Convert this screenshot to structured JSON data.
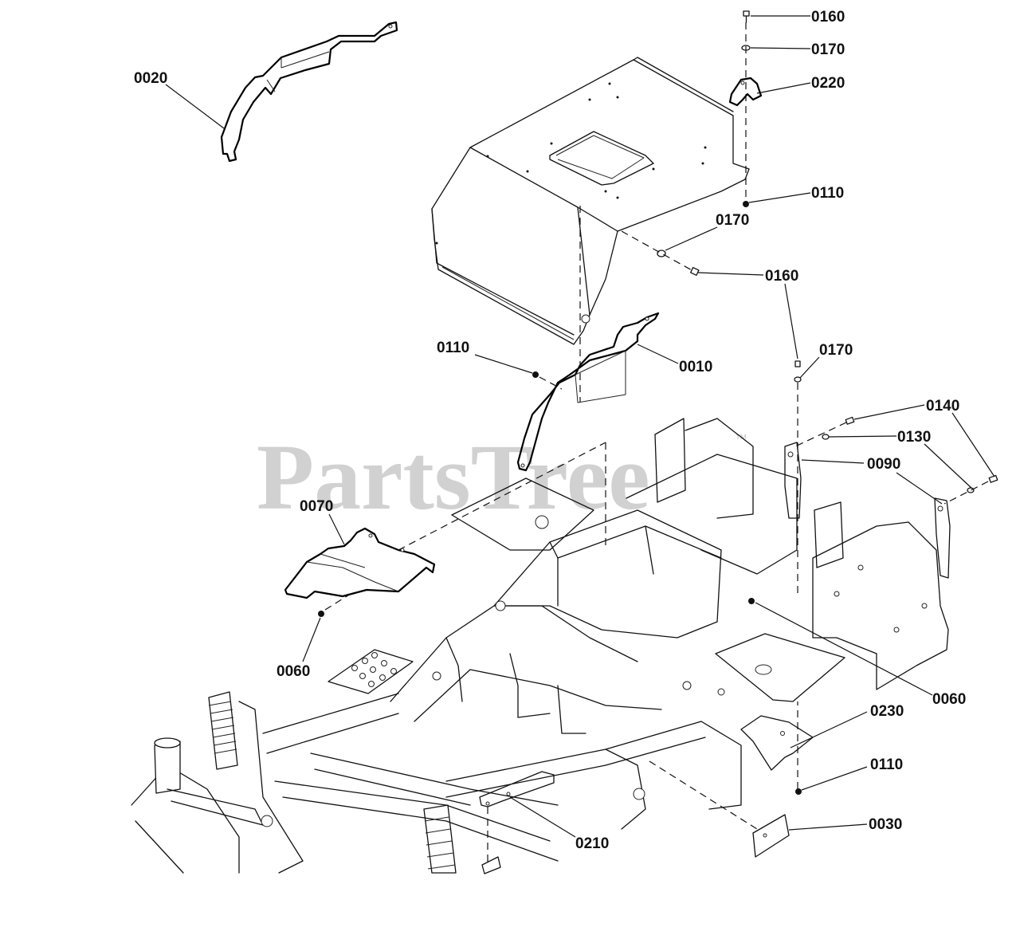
{
  "watermark": {
    "brand": "PartsTree",
    "trademark": "™"
  },
  "callouts": [
    {
      "id": "c-0020",
      "text": "0020"
    },
    {
      "id": "c-0160a",
      "text": "0160"
    },
    {
      "id": "c-0170a",
      "text": "0170"
    },
    {
      "id": "c-0220",
      "text": "0220"
    },
    {
      "id": "c-0110a",
      "text": "0110"
    },
    {
      "id": "c-0170b",
      "text": "0170"
    },
    {
      "id": "c-0160b",
      "text": "0160"
    },
    {
      "id": "c-0110b",
      "text": "0110"
    },
    {
      "id": "c-0010",
      "text": "0010"
    },
    {
      "id": "c-0170c",
      "text": "0170"
    },
    {
      "id": "c-0140",
      "text": "0140"
    },
    {
      "id": "c-0130",
      "text": "0130"
    },
    {
      "id": "c-0090",
      "text": "0090"
    },
    {
      "id": "c-0070",
      "text": "0070"
    },
    {
      "id": "c-0060a",
      "text": "0060"
    },
    {
      "id": "c-0060b",
      "text": "0060"
    },
    {
      "id": "c-0230",
      "text": "0230"
    },
    {
      "id": "c-0110c",
      "text": "0110"
    },
    {
      "id": "c-0030",
      "text": "0030"
    },
    {
      "id": "c-0210",
      "text": "0210"
    }
  ]
}
